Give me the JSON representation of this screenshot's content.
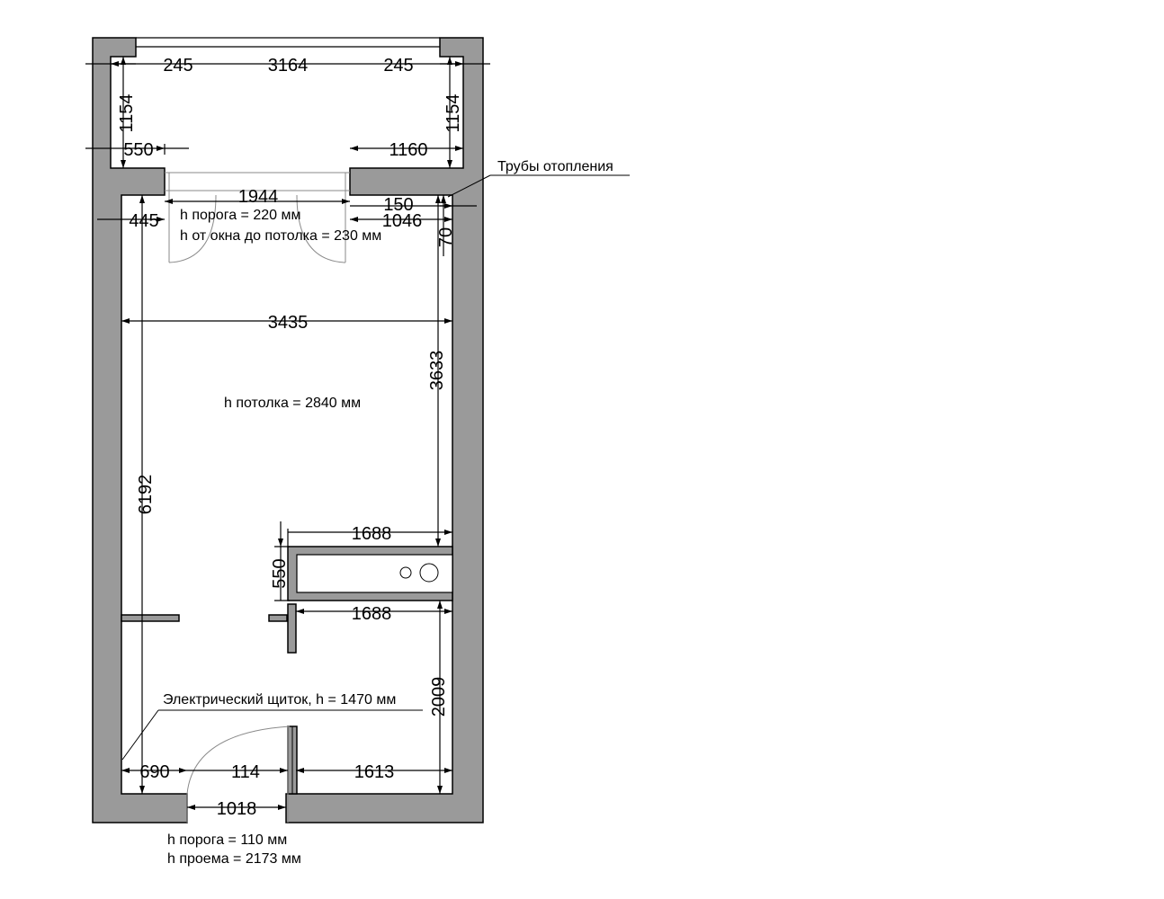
{
  "dimensions": {
    "balcony_left_offset": "245",
    "balcony_width": "3164",
    "balcony_right_offset": "245",
    "balcony_depth_left": "1154",
    "balcony_depth_right": "1154",
    "balcony_left_wall": "550",
    "balcony_right_wall": "1160",
    "window_width": "1944",
    "window_left_offset": "445",
    "window_right_offset": "1046",
    "pipes_width": "150",
    "pipes_depth": "70",
    "room_width": "3435",
    "room_length": "6192",
    "wall_to_kitchen": "3633",
    "kitchen_length_top": "1688",
    "kitchen_depth": "550",
    "kitchen_length_bottom": "1688",
    "entry_to_kitchen": "2009",
    "entry_left": "690",
    "entry_wall": "114",
    "entry_right": "1613",
    "entry_door_width": "1018"
  },
  "notes": {
    "window_threshold": "h порога = 220 мм",
    "window_to_ceiling": "h от окна до потолка = 230 мм",
    "ceiling_height": "h потолка = 2840 мм",
    "heating_pipes": "Трубы отопления",
    "electric_panel": "Электрический щиток, h = 1470 мм",
    "door_threshold": "h порога = 110 мм",
    "door_opening": "h проема = 2173 мм"
  }
}
